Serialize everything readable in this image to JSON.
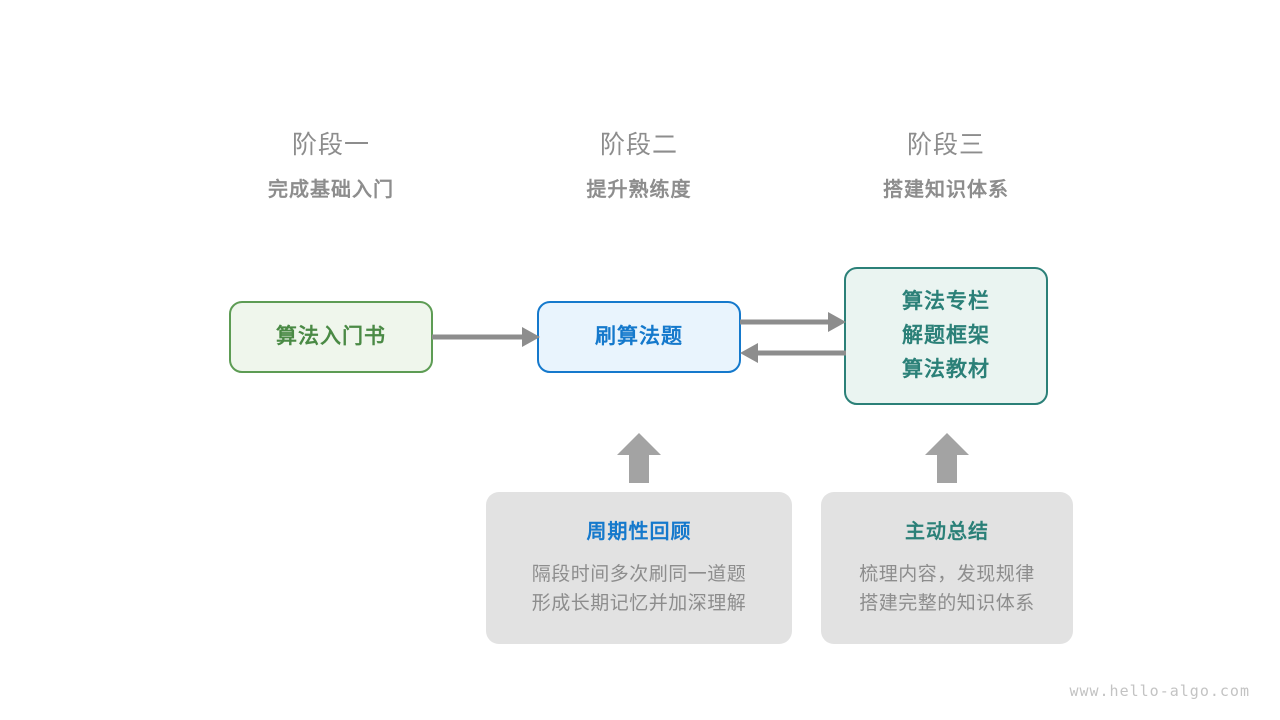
{
  "stages": [
    {
      "title": "阶段一",
      "subtitle": "完成基础入门"
    },
    {
      "title": "阶段二",
      "subtitle": "提升熟练度"
    },
    {
      "title": "阶段三",
      "subtitle": "搭建知识体系"
    }
  ],
  "nodes": {
    "book": {
      "lines": [
        "算法入门书"
      ],
      "border_color": "#5d9c54",
      "fill_color": "#eff6ec",
      "text_color": "#4a8a45"
    },
    "practice": {
      "lines": [
        "刷算法题"
      ],
      "border_color": "#1579cc",
      "fill_color": "#e9f4fd",
      "text_color": "#1579cc"
    },
    "resources": {
      "lines": [
        "算法专栏",
        "解题框架",
        "算法教材"
      ],
      "border_color": "#2b8078",
      "fill_color": "#eaf4f1",
      "text_color": "#2b8078"
    }
  },
  "cards": [
    {
      "title": "周期性回顾",
      "title_color": "#1579cc",
      "body": [
        "隔段时间多次刷同一道题",
        "形成长期记忆并加深理解"
      ]
    },
    {
      "title": "主动总结",
      "title_color": "#2b8078",
      "body": [
        "梳理内容，发现规律",
        "搭建完整的知识体系"
      ]
    }
  ],
  "connectors": {
    "arrow_color": "#8d8d8d",
    "book_to_practice": "arrow-right",
    "practice_to_resources": "arrow-right",
    "resources_to_practice": "arrow-left",
    "review_to_practice": "arrow-up",
    "summary_to_resources": "arrow-up"
  },
  "watermark": "www.hello-algo.com"
}
